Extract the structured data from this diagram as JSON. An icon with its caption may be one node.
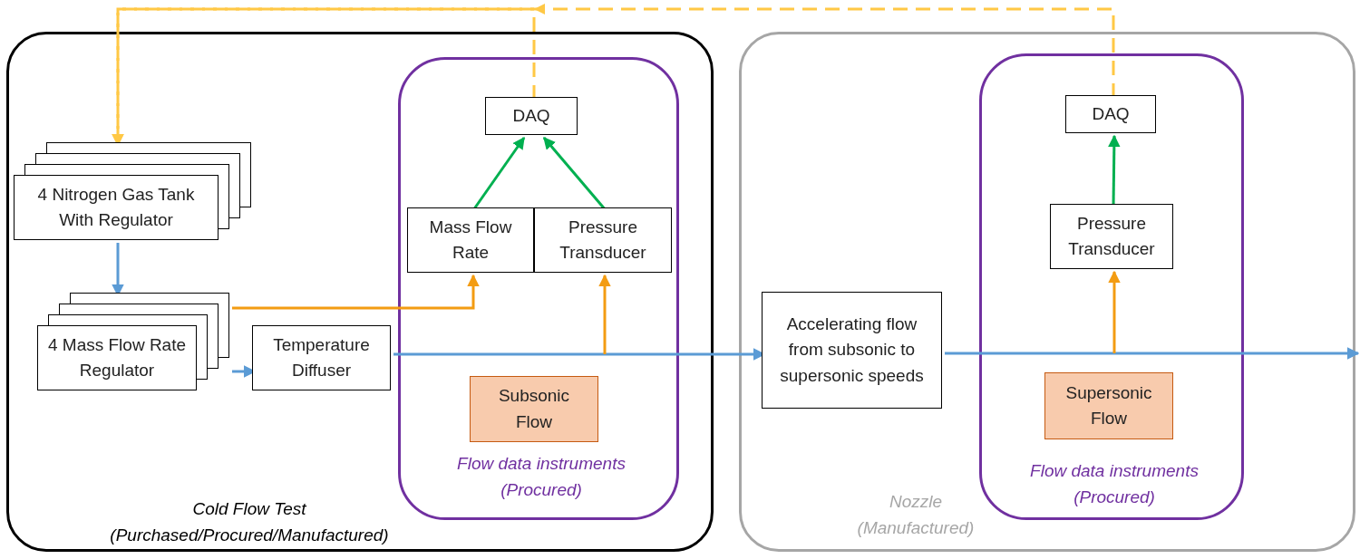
{
  "diagram": {
    "nodes": [
      {
        "text": [
          "Cold Flow Test (Purchased/Procured/Manufactured)"
        ]
      },
      {
        "text": [
          "Flow data instruments (Procured)"
        ],
        "in": 0
      },
      {
        "text": [
          "DAQ"
        ],
        "in": 1
      },
      {
        "text": [
          "Mass Flow Rate"
        ],
        "in": 1
      },
      {
        "text": [
          "Pressure Transducer"
        ],
        "in": 1
      },
      {
        "text": [
          "Subsonic Flow"
        ],
        "in": 1
      },
      {
        "text": [
          "4 Nitrogen Gas Tank With Regulator"
        ],
        "in": 0
      },
      {
        "text": [
          "4 Mass Flow Rate Regulator"
        ],
        "in": 0
      },
      {
        "text": [
          "Temperature Diffuser"
        ],
        "in": 0
      },
      {
        "text": [
          "Nozzle (Manufactured)"
        ]
      },
      {
        "text": [
          "Accelerating flow from subsonic to supersonic speeds"
        ],
        "in": 9
      },
      {
        "text": [
          "Flow data instruments (Procured)"
        ],
        "in": 9
      },
      {
        "text": [
          "DAQ"
        ],
        "in": 11
      },
      {
        "text": [
          "Pressure Transducer"
        ],
        "in": 11
      },
      {
        "text": [
          "Supersonic Flow"
        ],
        "in": 11
      }
    ],
    "edges": [
      {
        "from": 6,
        "to": 7,
        "arrow": "to",
        "color": "#5b9bd5"
      },
      {
        "from": 7,
        "to": 8,
        "arrow": "to",
        "color": "#5b9bd5"
      },
      {
        "from": 8,
        "to": 10,
        "arrow": "to",
        "color": "#5b9bd5"
      },
      {
        "from": 10,
        "to": null,
        "arrow": "to",
        "color": "#5b9bd5"
      },
      {
        "from": 7,
        "to": 3,
        "arrow": "to",
        "color": "#f39c12"
      },
      {
        "from": null,
        "to": 4,
        "arrow": "to",
        "color": "#f39c12"
      },
      {
        "from": 3,
        "to": 2,
        "arrow": "to",
        "color": "#00b050"
      },
      {
        "from": 4,
        "to": 2,
        "arrow": "to",
        "color": "#00b050"
      },
      {
        "from": null,
        "to": 13,
        "arrow": "to",
        "color": "#f39c12"
      },
      {
        "from": 13,
        "to": 12,
        "arrow": "to",
        "color": "#00b050"
      },
      {
        "from": 12,
        "to": 6,
        "arrow": "to",
        "style": "dashed",
        "color": "#ffc845"
      },
      {
        "from": 2,
        "to": 6,
        "arrow": "to",
        "style": "dashed",
        "color": "#ffc845"
      }
    ]
  }
}
